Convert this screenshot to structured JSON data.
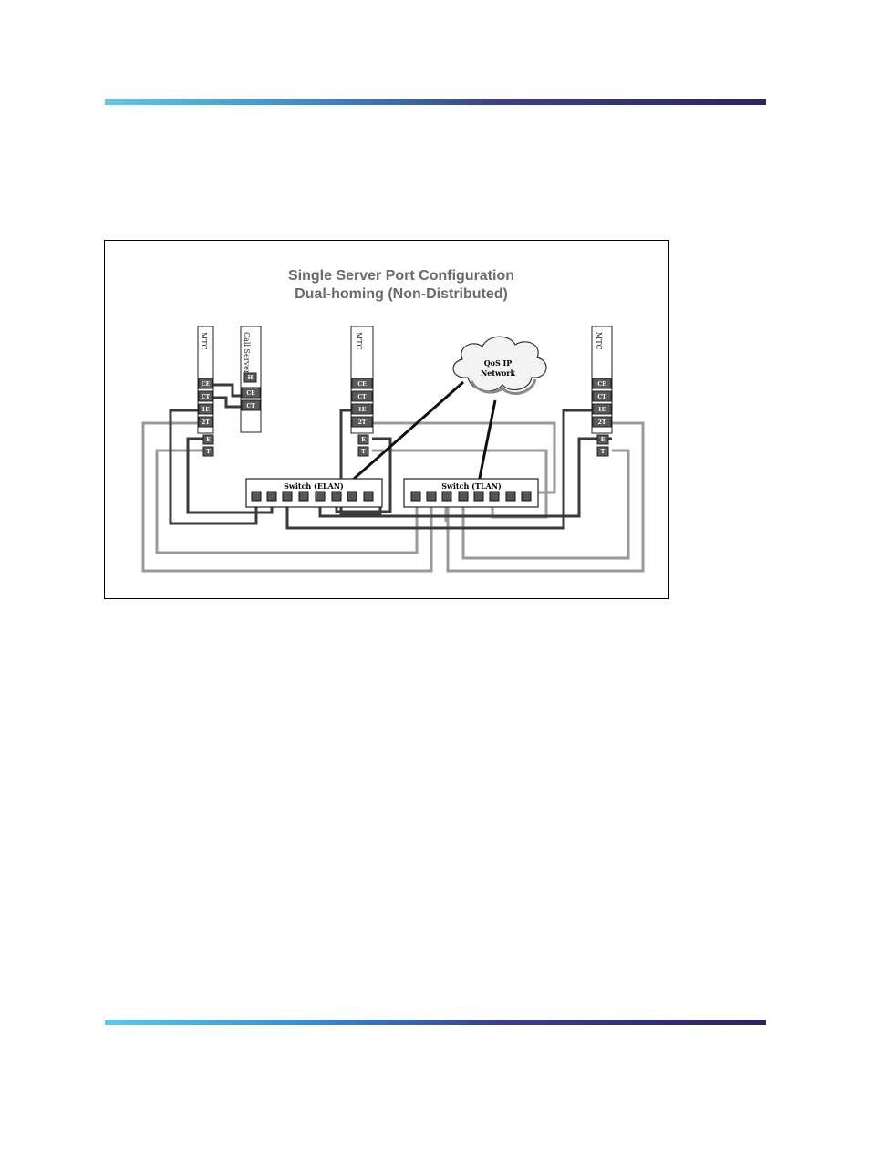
{
  "figure": {
    "title_line1": "Single Server Port Configuration",
    "title_line2": "Dual-homing (Non-Distributed)",
    "devices": {
      "mtc_left": "MTC",
      "call_server": "Call Server",
      "mtc_center": "MTC",
      "mtc_right": "MTC"
    },
    "ports": {
      "ce": "CE",
      "ct": "CT",
      "e1": "1E",
      "t2": "2T",
      "e": "E",
      "t": "T",
      "h": "H"
    },
    "switch_elan": "Switch (ELAN)",
    "switch_tlan": "Switch (TLAN)",
    "cloud_line1": "QoS IP",
    "cloud_line2": "Network",
    "colors": {
      "port_fill": "#5a5a5a",
      "dark_cable": "#3a3a3a",
      "light_cable": "#9a9a9a",
      "rule_start": "#5ec8ea",
      "rule_end": "#2b2462"
    }
  }
}
